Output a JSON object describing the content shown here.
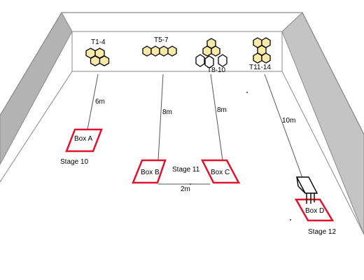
{
  "colors": {
    "wall_outer": "#ffffff",
    "wall_left": "#b3b3b3",
    "wall_right": "#c4c4c4",
    "wall_back": "#ffffff",
    "outline": "#8a8a8a",
    "target_fill": "#fbe9a8",
    "target_stroke": "#000000",
    "box_stroke": "#e3122c",
    "line": "#555555"
  },
  "targets": {
    "group1_label": "T1-4",
    "group2_label": "T5-7",
    "group3_label": "T8-10",
    "group4_label": "T11-14"
  },
  "boxes": {
    "a_label": "Box A",
    "b_label": "Box B",
    "c_label": "Box C",
    "d_label": "Box D"
  },
  "stages": {
    "s10_label": "Stage 10",
    "s11_label": "Stage 11",
    "s12_label": "Stage 12"
  },
  "distances": {
    "a_label": "6m",
    "b_label": "8m",
    "c_label": "8m",
    "d_label": "10m",
    "bc_label": "2m"
  },
  "props": {
    "barricade_icon": "barricade-icon"
  }
}
